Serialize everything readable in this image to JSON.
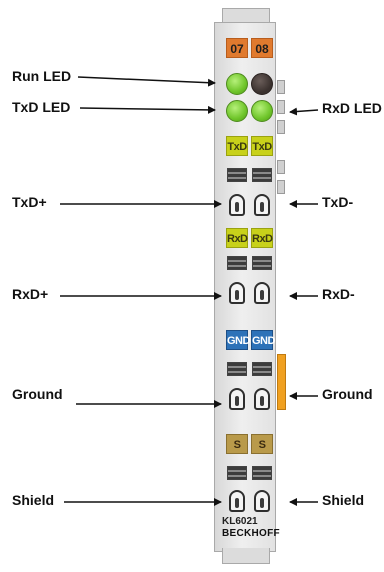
{
  "labels": {
    "run_led": "Run LED",
    "txd_led": "TxD LED",
    "rxd_led": "RxD LED",
    "txd_plus": "TxD+",
    "txd_minus": "TxD-",
    "rxd_plus": "RxD+",
    "rxd_minus": "RxD-",
    "ground_left": "Ground",
    "ground_right": "Ground",
    "shield_left": "Shield",
    "shield_right": "Shield"
  },
  "terminal": {
    "channel_numbers": [
      "07",
      "08"
    ],
    "signal_labels": {
      "txd": [
        "TxD",
        "TxD"
      ],
      "rxd": [
        "RxD",
        "RxD"
      ],
      "gnd": [
        "GND",
        "GND"
      ],
      "shield": [
        "S",
        "S"
      ]
    },
    "model": "KL6021",
    "brand": "BECKHOFF"
  },
  "colors": {
    "channel_label": "#e07a2e",
    "led_on": "#6fc52a",
    "led_off": "#3a312e",
    "txd_rxd_label": "#c8d11a",
    "gnd_label": "#2d72b8",
    "shield_label": "#b99a4a",
    "side_marker": "#f0a020"
  }
}
